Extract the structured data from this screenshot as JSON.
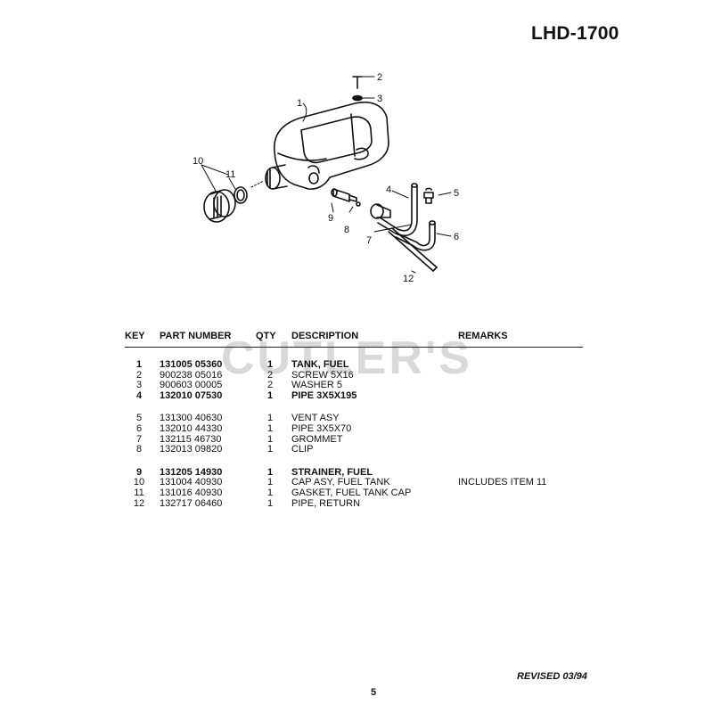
{
  "header": {
    "model": "LHD-1700"
  },
  "watermark": {
    "text": "CUTLER'S"
  },
  "diagram": {
    "callouts": [
      "1",
      "2",
      "3",
      "4",
      "5",
      "6",
      "7",
      "8",
      "9",
      "10",
      "11",
      "12"
    ]
  },
  "table": {
    "headers": {
      "key": "KEY",
      "part_number": "PART NUMBER",
      "qty": "QTY",
      "description": "DESCRIPTION",
      "remarks": "REMARKS"
    },
    "groups": [
      [
        {
          "key": "1",
          "part_number": "131005 05360",
          "qty": "1",
          "description": "TANK, FUEL",
          "remarks": "",
          "bold": true
        },
        {
          "key": "2",
          "part_number": "900238 05016",
          "qty": "2",
          "description": "SCREW 5X16",
          "remarks": "",
          "bold": false
        },
        {
          "key": "3",
          "part_number": "900603 00005",
          "qty": "2",
          "description": "WASHER  5",
          "remarks": "",
          "bold": false
        },
        {
          "key": "4",
          "part_number": "132010 07530",
          "qty": "1",
          "description": "PIPE  3X5X195",
          "remarks": "",
          "bold": true
        }
      ],
      [
        {
          "key": "5",
          "part_number": "131300 40630",
          "qty": "1",
          "description": "VENT ASY",
          "remarks": "",
          "bold": false
        },
        {
          "key": "6",
          "part_number": "132010 44330",
          "qty": "1",
          "description": "PIPE  3X5X70",
          "remarks": "",
          "bold": false
        },
        {
          "key": "7",
          "part_number": "132115 46730",
          "qty": "1",
          "description": "GROMMET",
          "remarks": "",
          "bold": false
        },
        {
          "key": "8",
          "part_number": "132013 09820",
          "qty": "1",
          "description": "CLIP",
          "remarks": "",
          "bold": false
        }
      ],
      [
        {
          "key": "9",
          "part_number": "131205 14930",
          "qty": "1",
          "description": "STRAINER, FUEL",
          "remarks": "",
          "bold": true
        },
        {
          "key": "10",
          "part_number": "131004 40930",
          "qty": "1",
          "description": "CAP ASY, FUEL TANK",
          "remarks": "INCLUDES ITEM 11",
          "bold": false
        },
        {
          "key": "11",
          "part_number": "131016 40930",
          "qty": "1",
          "description": "GASKET, FUEL TANK CAP",
          "remarks": "",
          "bold": false
        },
        {
          "key": "12",
          "part_number": "132717 06460",
          "qty": "1",
          "description": "PIPE, RETURN",
          "remarks": "",
          "bold": false
        }
      ]
    ]
  },
  "footer": {
    "revised": "REVISED 03/94",
    "page": "5"
  }
}
